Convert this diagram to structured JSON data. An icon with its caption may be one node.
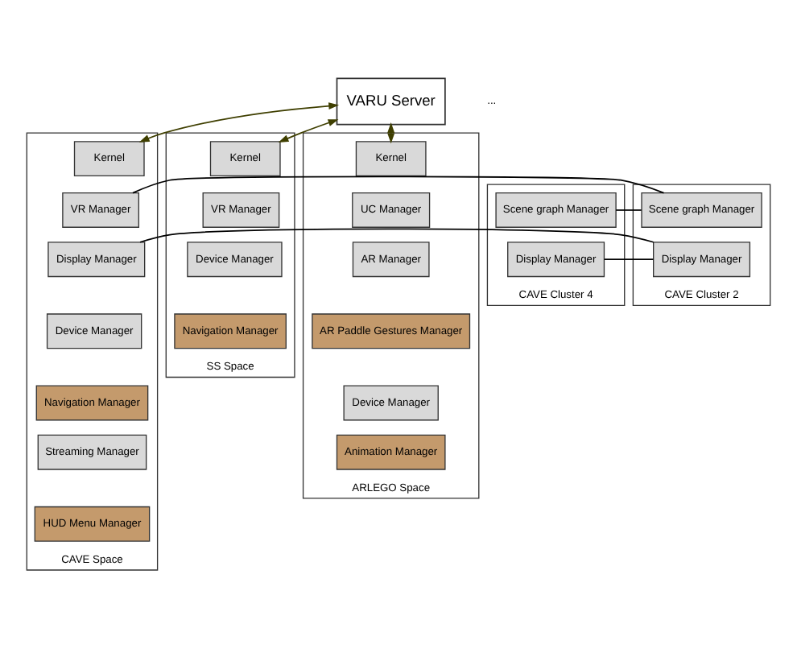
{
  "diagram": {
    "nodes": [
      {
        "text": [
          "VARU Server"
        ]
      },
      {
        "text": [
          "CAVE Cluster 4"
        ]
      },
      {
        "text": [
          "Scene graph Manager"
        ],
        "in": 1
      },
      {
        "text": [
          "Display Manager"
        ],
        "in": 1
      },
      {
        "text": [
          "CAVE Cluster 2"
        ]
      },
      {
        "text": [
          "Scene graph Manager"
        ],
        "in": 4
      },
      {
        "text": [
          "Display Manager"
        ],
        "in": 4
      },
      {
        "text": [
          "CAVE Space"
        ]
      },
      {
        "text": [
          "Kernel"
        ],
        "in": 7
      },
      {
        "text": [
          "VR Manager"
        ],
        "in": 7
      },
      {
        "text": [
          "Display Manager"
        ],
        "in": 7
      },
      {
        "text": [
          "Device Manager"
        ],
        "in": 7
      },
      {
        "text": [
          "Navigation Manager"
        ],
        "in": 7
      },
      {
        "text": [
          "Streaming Manager"
        ],
        "in": 7
      },
      {
        "text": [
          "HUD Menu Manager"
        ],
        "in": 7
      },
      {
        "text": [
          "SS Space"
        ]
      },
      {
        "text": [
          "Kernel"
        ],
        "in": 15
      },
      {
        "text": [
          "VR Manager"
        ],
        "in": 15
      },
      {
        "text": [
          "Device Manager"
        ],
        "in": 15
      },
      {
        "text": [
          "Navigation Manager"
        ],
        "in": 15
      },
      {
        "text": [
          "ARLEGO Space"
        ]
      },
      {
        "text": [
          "Kernel"
        ],
        "in": 20
      },
      {
        "text": [
          "UC Manager"
        ],
        "in": 20
      },
      {
        "text": [
          "AR Manager"
        ],
        "in": 20
      },
      {
        "text": [
          "AR Paddle Gestures Manager"
        ],
        "in": 20
      },
      {
        "text": [
          "Device Manager"
        ],
        "in": 20
      },
      {
        "text": [
          "Animation Manager"
        ],
        "in": 20
      }
    ],
    "edges": [
      {
        "from": 0,
        "to": 8,
        "arrow": "both",
        "color": "#3f3f00"
      },
      {
        "from": 0,
        "to": 16,
        "arrow": "both",
        "color": "#3f3f00"
      },
      {
        "from": 0,
        "to": 21,
        "arrow": "both",
        "color": "#3f3f00"
      },
      {
        "from": 2,
        "to": 5,
        "arrow": "none"
      },
      {
        "from": 5,
        "to": 9,
        "arrow": "none"
      },
      {
        "from": 3,
        "to": 6,
        "arrow": "none"
      },
      {
        "from": 6,
        "to": 10,
        "arrow": "none"
      }
    ],
    "labels": [
      "..."
    ]
  }
}
